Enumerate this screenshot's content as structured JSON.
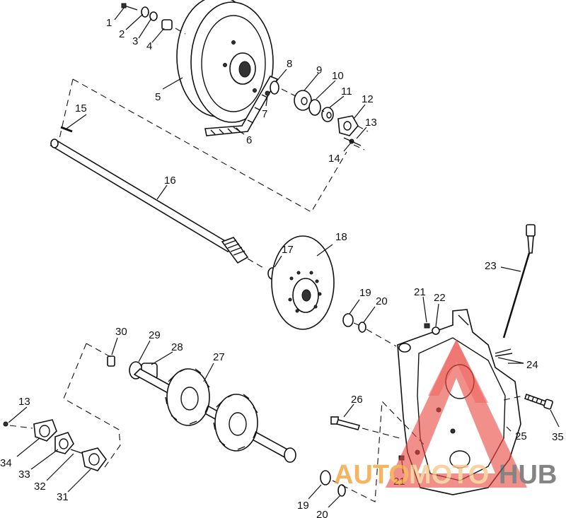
{
  "callouts": [
    {
      "id": "1",
      "text": "1"
    },
    {
      "id": "2",
      "text": "2"
    },
    {
      "id": "3",
      "text": "3"
    },
    {
      "id": "4",
      "text": "4"
    },
    {
      "id": "5",
      "text": "5"
    },
    {
      "id": "6",
      "text": "6"
    },
    {
      "id": "7",
      "text": "7"
    },
    {
      "id": "8",
      "text": "8"
    },
    {
      "id": "9",
      "text": "9"
    },
    {
      "id": "10",
      "text": "10"
    },
    {
      "id": "11",
      "text": "11"
    },
    {
      "id": "12",
      "text": "12"
    },
    {
      "id": "13a",
      "text": "13"
    },
    {
      "id": "14",
      "text": "14"
    },
    {
      "id": "15",
      "text": "15"
    },
    {
      "id": "16",
      "text": "16"
    },
    {
      "id": "17",
      "text": "17"
    },
    {
      "id": "18",
      "text": "18"
    },
    {
      "id": "19a",
      "text": "19"
    },
    {
      "id": "20a",
      "text": "20"
    },
    {
      "id": "21a",
      "text": "21"
    },
    {
      "id": "22",
      "text": "22"
    },
    {
      "id": "23",
      "text": "23"
    },
    {
      "id": "24",
      "text": "24"
    },
    {
      "id": "25",
      "text": "25"
    },
    {
      "id": "26",
      "text": "26"
    },
    {
      "id": "27",
      "text": "27"
    },
    {
      "id": "28",
      "text": "28"
    },
    {
      "id": "29",
      "text": "29"
    },
    {
      "id": "30",
      "text": "30"
    },
    {
      "id": "13b",
      "text": "13"
    },
    {
      "id": "34",
      "text": "34"
    },
    {
      "id": "33",
      "text": "33"
    },
    {
      "id": "32",
      "text": "32"
    },
    {
      "id": "31",
      "text": "31"
    },
    {
      "id": "21b",
      "text": "21"
    },
    {
      "id": "19b",
      "text": "19"
    },
    {
      "id": "20b",
      "text": "20"
    },
    {
      "id": "35",
      "text": "35"
    }
  ],
  "watermark": {
    "word1": "AUTO",
    "word2": "MOTO",
    "word3": "HUB",
    "color_primary": "#f2a23a",
    "color_secondary": "#e8453c",
    "color_dark": "#555555"
  }
}
